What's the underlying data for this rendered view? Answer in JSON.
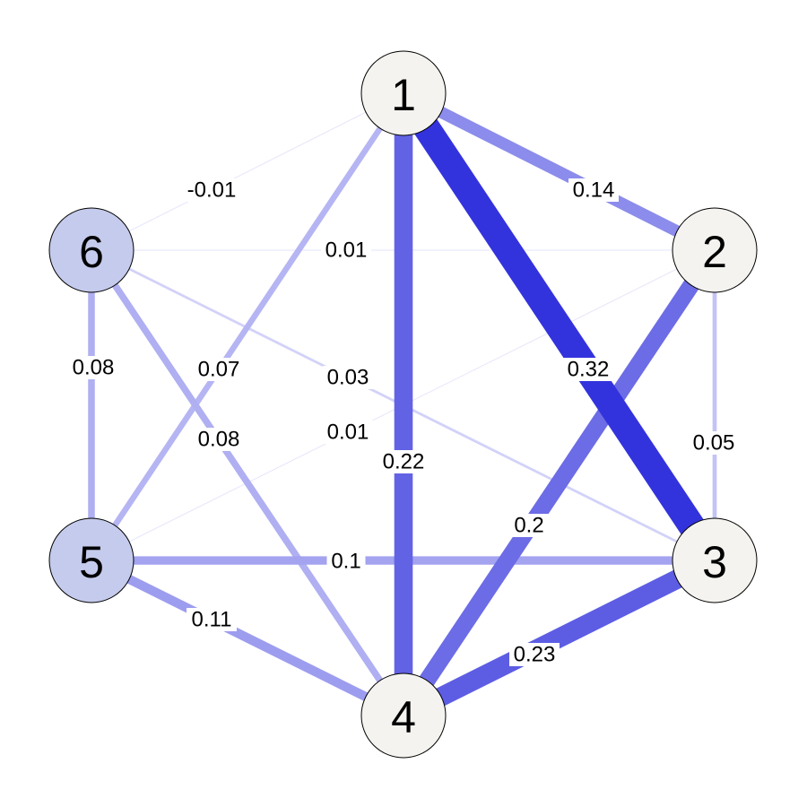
{
  "network": {
    "colors": {
      "edge": "#3333dd",
      "node_default": "#f4f3ef",
      "node_group2": "#c5cbec",
      "node_stroke": "#000000"
    },
    "nodes": [
      {
        "id": "1",
        "label": "1",
        "group": "default"
      },
      {
        "id": "2",
        "label": "2",
        "group": "default"
      },
      {
        "id": "3",
        "label": "3",
        "group": "default"
      },
      {
        "id": "4",
        "label": "4",
        "group": "default"
      },
      {
        "id": "5",
        "label": "5",
        "group": "group2"
      },
      {
        "id": "6",
        "label": "6",
        "group": "group2"
      }
    ],
    "edges": [
      {
        "source": "1",
        "target": "6",
        "weight": -0.01,
        "label": "-0.01"
      },
      {
        "source": "6",
        "target": "2",
        "weight": 0.01,
        "label": ""
      },
      {
        "source": "6",
        "target": "3",
        "weight": 0.03,
        "label": "0.03"
      },
      {
        "source": "5",
        "target": "2",
        "weight": 0.01,
        "label": "0.01"
      },
      {
        "source": "1",
        "target": "5",
        "weight": 0.07,
        "label": "0.07"
      },
      {
        "source": "2",
        "target": "3",
        "weight": 0.05,
        "label": "0.05"
      },
      {
        "source": "6",
        "target": "5",
        "weight": 0.08,
        "label": "0.08"
      },
      {
        "source": "6",
        "target": "4",
        "weight": 0.08,
        "label": "0.08"
      },
      {
        "source": "5",
        "target": "3",
        "weight": 0.1,
        "label": "0.1"
      },
      {
        "source": "5",
        "target": "4",
        "weight": 0.11,
        "label": "0.11"
      },
      {
        "source": "1",
        "target": "2",
        "weight": 0.14,
        "label": "0.14"
      },
      {
        "source": "2",
        "target": "4",
        "weight": 0.2,
        "label": "0.2"
      },
      {
        "source": "1",
        "target": "4",
        "weight": 0.22,
        "label": "0.22"
      },
      {
        "source": "3",
        "target": "4",
        "weight": 0.23,
        "label": "0.23"
      },
      {
        "source": "1",
        "target": "3",
        "weight": 0.32,
        "label": "0.32"
      },
      {
        "source": "1",
        "target": "4",
        "weight": 0.01,
        "label": "0.01",
        "label_only": true
      },
      {
        "source": "1",
        "target": "4",
        "weight": 0.01,
        "label": "0.01",
        "label_only": true
      }
    ]
  }
}
